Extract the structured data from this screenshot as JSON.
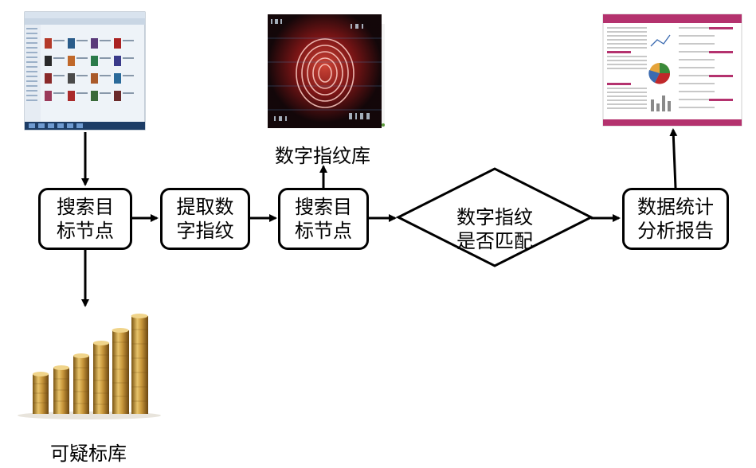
{
  "diagram": {
    "nodes": {
      "search1": "搜索目\n标节点",
      "extract": "提取数\n字指纹",
      "search2": "搜索目\n标节点",
      "match": "数字指纹\n是否匹配",
      "report": "数据统计\n分析报告"
    },
    "captions": {
      "fingerprint_db": "数字指纹库",
      "suspect_db": "可疑标库"
    },
    "images": {
      "screenshot": "software-window-screenshot",
      "fingerprint": "fingerprint-icon",
      "report": "statistics-report-document",
      "coins": "coin-stacks-bar-chart"
    },
    "colors": {
      "line": "#000000",
      "fingerprint_glow": "#c0282a",
      "report_accent": "#b4326e",
      "gold": "#c89a3a"
    }
  }
}
